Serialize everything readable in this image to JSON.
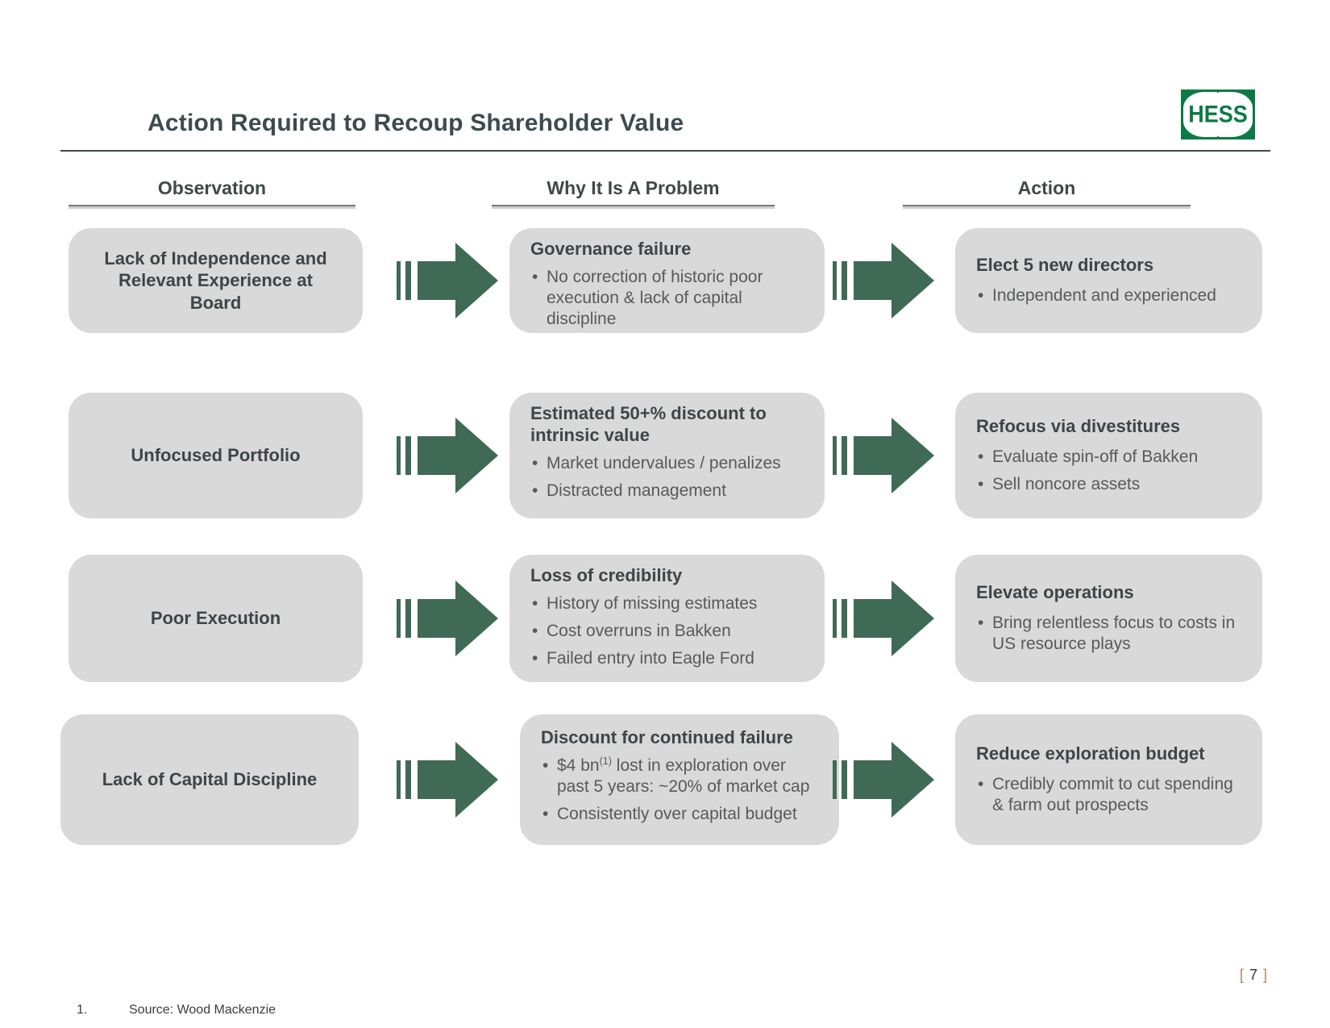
{
  "slide": {
    "title": "Action Required to Recoup Shareholder Value",
    "logo_text": "HESS",
    "footnote_number": "1.",
    "footnote_text": "Source: Wood Mackenzie",
    "page": {
      "bracket_open": "[",
      "number": "7",
      "bracket_close": "]"
    }
  },
  "columns": {
    "observation": "Observation",
    "problem": "Why It Is A Problem",
    "action": "Action"
  },
  "colors": {
    "arrow_green": "#3f6a55",
    "logo_green": "#0c7a46",
    "box_gray": "#d9d9d9",
    "title_color": "#3e4a50",
    "page_bracket_gold": "#a08d55"
  },
  "rows": [
    {
      "observation": "Lack of Independence and Relevant Experience at Board",
      "problem": {
        "heading": "Governance failure",
        "bullets": [
          "No correction of historic poor execution & lack of capital discipline"
        ]
      },
      "action": {
        "heading": "Elect 5 new directors",
        "bullets": [
          "Independent and experienced"
        ]
      }
    },
    {
      "observation": "Unfocused Portfolio",
      "problem": {
        "heading": "Estimated 50+% discount to intrinsic value",
        "bullets": [
          "Market undervalues / penalizes",
          "Distracted management"
        ]
      },
      "action": {
        "heading": "Refocus via divestitures",
        "bullets": [
          "Evaluate spin-off of Bakken",
          "Sell noncore assets"
        ]
      }
    },
    {
      "observation": "Poor Execution",
      "problem": {
        "heading": "Loss of credibility",
        "bullets": [
          "History of missing estimates",
          "Cost overruns in Bakken",
          "Failed entry into Eagle Ford"
        ]
      },
      "action": {
        "heading": "Elevate operations",
        "bullets": [
          "Bring relentless focus to costs in US resource plays"
        ]
      }
    },
    {
      "observation": "Lack of Capital Discipline",
      "problem": {
        "heading": "Discount for continued failure",
        "bullet_rich": {
          "prefix": "$4 bn",
          "sup": "(1)",
          "rest": " lost in exploration over past 5 years: ~20% of market cap"
        },
        "bullets": [
          "Consistently over capital budget"
        ]
      },
      "action": {
        "heading": "Reduce exploration budget",
        "bullets": [
          "Credibly commit to cut spending & farm out prospects"
        ]
      }
    }
  ]
}
